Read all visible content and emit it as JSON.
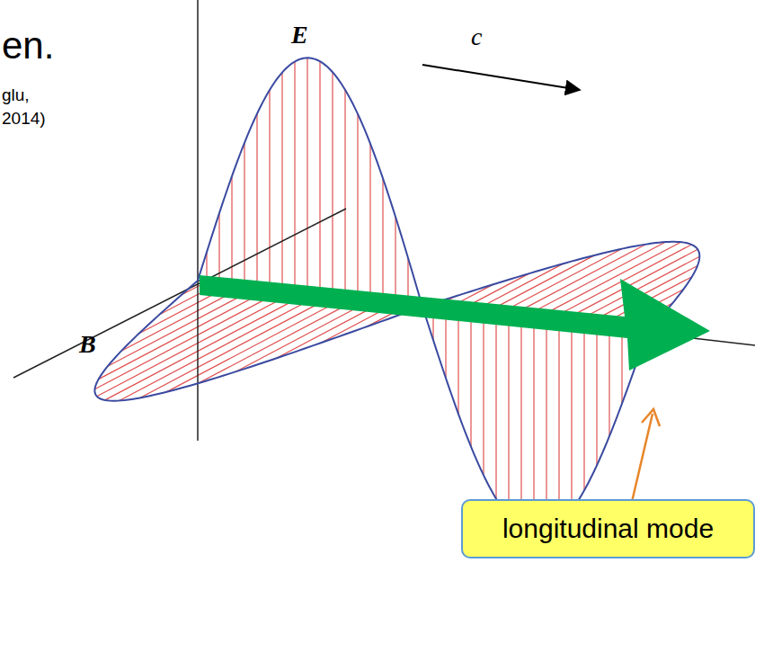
{
  "diagram": {
    "nodes": [
      {
        "text": [
          "longitudinal mode"
        ]
      }
    ],
    "labels": [
      "en.",
      "glu,",
      "2014)",
      "E",
      "c",
      "B"
    ]
  }
}
